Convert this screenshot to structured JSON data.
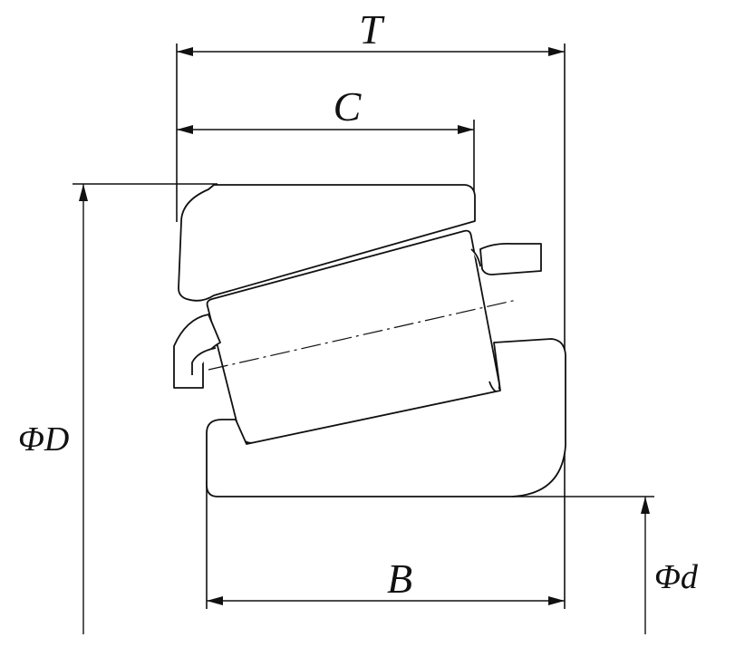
{
  "labels": {
    "width_total": "T",
    "cup_width": "C",
    "cone_width": "B",
    "outer_diameter": "ΦD",
    "bore_diameter": "Φd"
  },
  "colors": {
    "line": "#111111",
    "background": "#ffffff"
  }
}
